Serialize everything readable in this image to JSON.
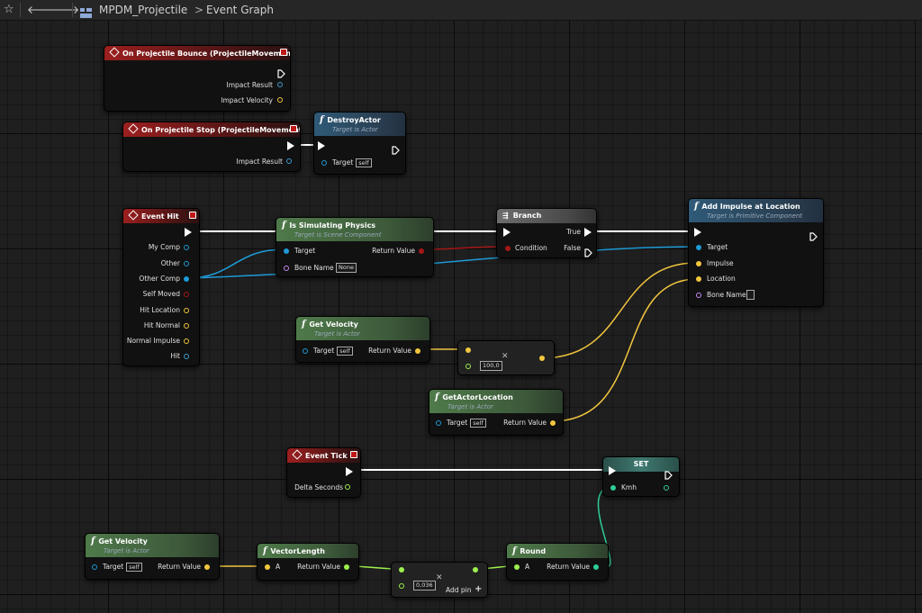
{
  "toolbar": {
    "blueprint_name": "MPDM_Projectile",
    "separator": ">",
    "graph_name": "Event Graph"
  },
  "colors": {
    "exec": "#ffffff",
    "object_pin": "#1e9ad6",
    "vector_pin": "#f3c73e",
    "float_pin": "#9df04e",
    "bool_pin": "#a51717",
    "name_pin": "#c58cf0",
    "struct_pin": "#3f9bd0",
    "kmh_pin": "#2fcc9a"
  },
  "nodes": {
    "bounce": {
      "title": "On Projectile Bounce (ProjectileMovement)",
      "pins": [
        "Impact Result",
        "Impact Velocity"
      ]
    },
    "stop": {
      "title": "On Projectile Stop (ProjectileMovement)",
      "pins": [
        "Impact Result"
      ]
    },
    "destroy": {
      "title": "DestroyActor",
      "subtitle": "Target is Actor",
      "target": "Target",
      "self": "self"
    },
    "hit": {
      "title": "Event Hit",
      "pins": [
        "My Comp",
        "Other",
        "Other Comp",
        "Self Moved",
        "Hit Location",
        "Hit Normal",
        "Normal Impulse",
        "Hit"
      ]
    },
    "sim": {
      "title": "Is Simulating Physics",
      "subtitle": "Target is Scene Component",
      "target": "Target",
      "return": "Return Value",
      "bone": "Bone Name",
      "bone_value": "None"
    },
    "branch": {
      "title": "Branch",
      "condition": "Condition",
      "true": "True",
      "false": "False"
    },
    "impulse": {
      "title": "Add Impulse at Location",
      "subtitle": "Target is Primitive Component",
      "pins": [
        "Target",
        "Impulse",
        "Location",
        "Bone Name"
      ]
    },
    "getvel1": {
      "title": "Get Velocity",
      "subtitle": "Target is Actor",
      "target": "Target",
      "self": "self",
      "return": "Return Value"
    },
    "mult": {
      "value": "100,0"
    },
    "getloc": {
      "title": "GetActorLocation",
      "subtitle": "Target is Actor",
      "target": "Target",
      "self": "self",
      "return": "Return Value"
    },
    "tick": {
      "title": "Event Tick",
      "pin": "Delta Seconds"
    },
    "set": {
      "title": "SET",
      "pin": "Kmh"
    },
    "getvel2": {
      "title": "Get Velocity",
      "subtitle": "Target is Actor",
      "target": "Target",
      "self": "self",
      "return": "Return Value"
    },
    "veclen": {
      "title": "VectorLength",
      "a": "A",
      "return": "Return Value"
    },
    "mult2": {
      "value": "0,036",
      "add_pin": "Add pin"
    },
    "round": {
      "title": "Round",
      "a": "A",
      "return": "Return Value"
    }
  }
}
